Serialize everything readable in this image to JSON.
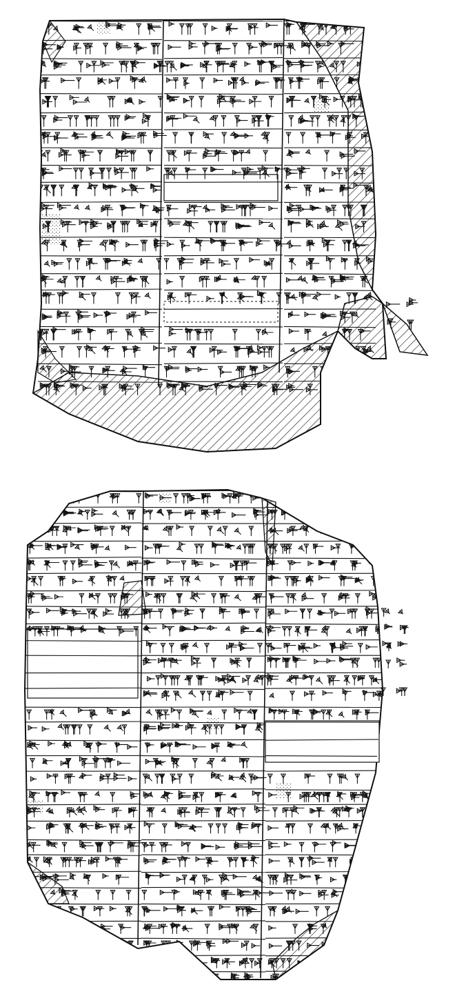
{
  "figure": {
    "kind": "line drawing of a cuneiform clay tablet",
    "views": [
      {
        "id": "obverse",
        "columns": 3,
        "damage_hatched": true
      },
      {
        "id": "reverse",
        "columns": 3,
        "damage_hatched": true
      }
    ],
    "ink_color": "#111111",
    "paper_color": "#ffffff",
    "hatch_color": "#222222"
  }
}
